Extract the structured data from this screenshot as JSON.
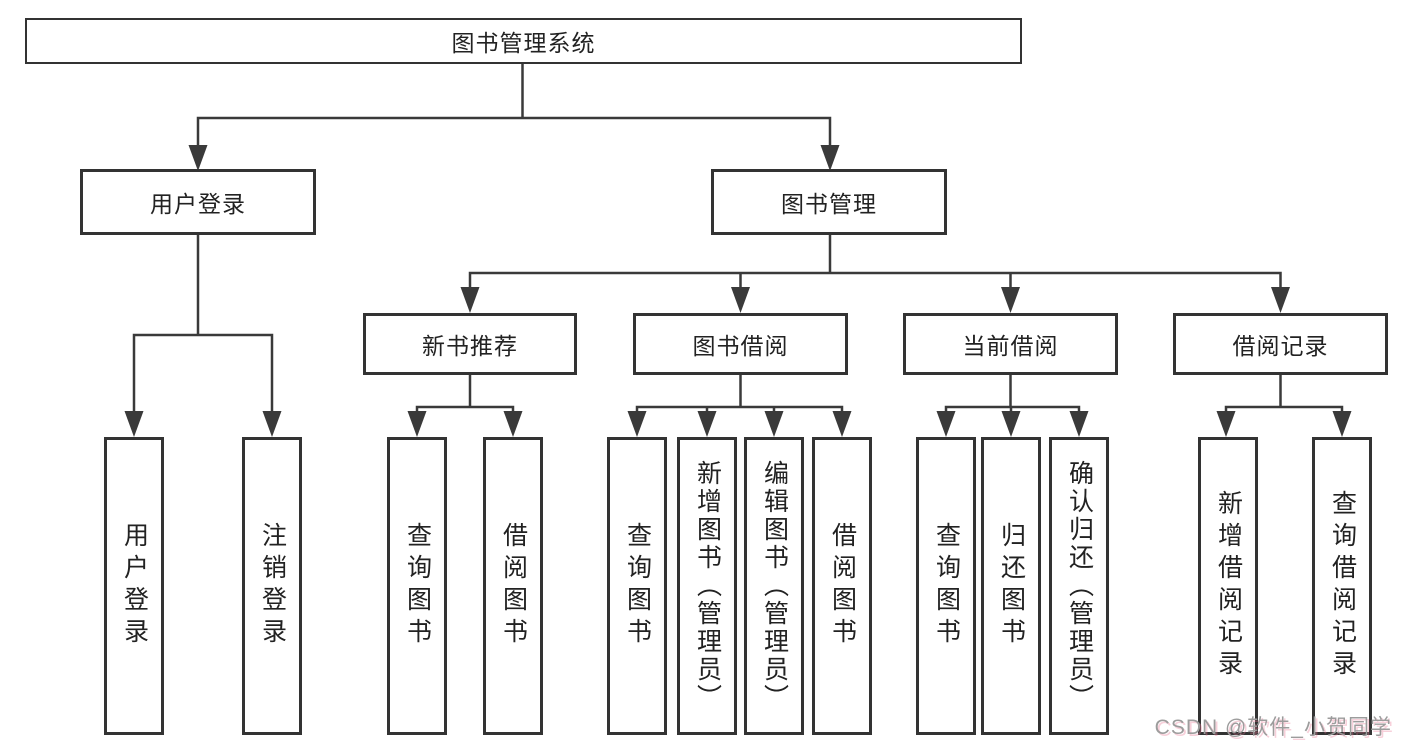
{
  "diagram_type": "functional-structure-tree",
  "tree": {
    "label": "图书管理系统",
    "children": [
      {
        "label": "用户登录",
        "children": [
          {
            "label": "用户登录"
          },
          {
            "label": "注销登录"
          }
        ]
      },
      {
        "label": "图书管理",
        "children": [
          {
            "label": "新书推荐",
            "children": [
              {
                "label": "查询图书"
              },
              {
                "label": "借阅图书"
              }
            ]
          },
          {
            "label": "图书借阅",
            "children": [
              {
                "label": "查询图书"
              },
              {
                "label": "新增图书（管理员）"
              },
              {
                "label": "编辑图书（管理员）"
              },
              {
                "label": "借阅图书"
              }
            ]
          },
          {
            "label": "当前借阅",
            "children": [
              {
                "label": "查询图书"
              },
              {
                "label": "归还图书"
              },
              {
                "label": "确认归还（管理员）"
              }
            ]
          },
          {
            "label": "借阅记录",
            "children": [
              {
                "label": "新增借阅记录"
              },
              {
                "label": "查询借阅记录"
              }
            ]
          }
        ]
      }
    ]
  },
  "watermark": {
    "text": "CSDN @软件_小贺同学"
  },
  "colors": {
    "line": "#3a3a3a",
    "box_border": "#333333",
    "text": "#222222",
    "background": "#ffffff",
    "watermark_gray": "#9c9c9c",
    "watermark_pink": "#e87794"
  }
}
